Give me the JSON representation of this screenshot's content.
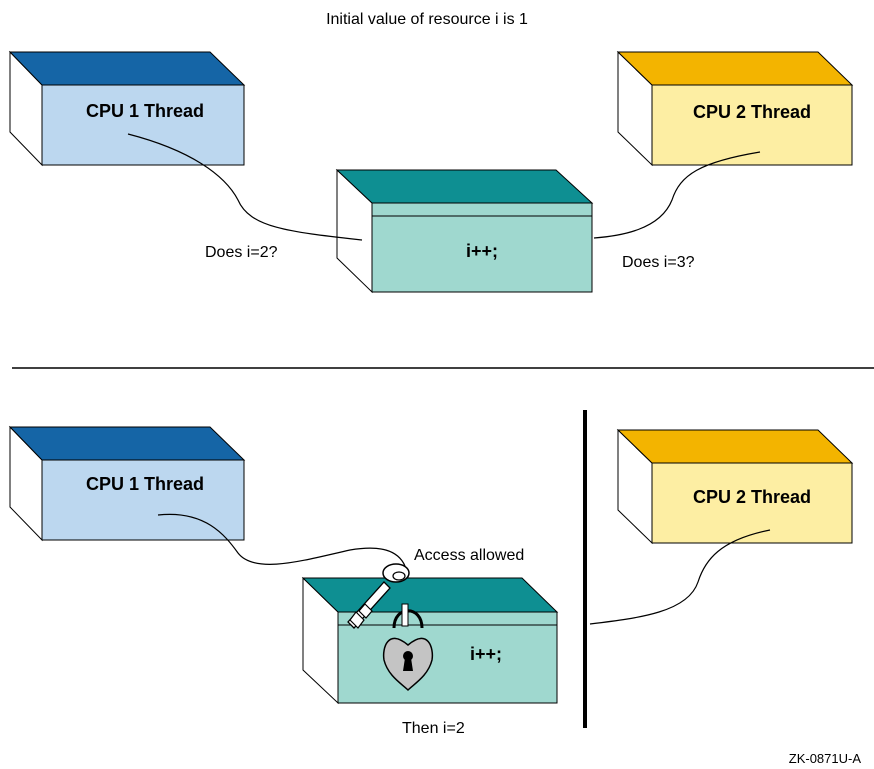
{
  "title": "Initial value of resource i is 1",
  "top_scenario": {
    "cpu1_label": "CPU 1 Thread",
    "cpu2_label": "CPU 2 Thread",
    "resource_label": "i++;",
    "cpu1_query": "Does i=2?",
    "cpu2_query": "Does i=3?"
  },
  "bottom_scenario": {
    "cpu1_label": "CPU 1 Thread",
    "cpu2_label": "CPU 2 Thread",
    "resource_label": "i++;",
    "access_label": "Access allowed",
    "result_label": "Then i=2"
  },
  "figure_id": "ZK-0871U-A",
  "colors": {
    "cpu1_top": "#1565a6",
    "cpu1_front": "#bcd7ef",
    "cpu2_top": "#f3b400",
    "cpu2_front": "#fdeea3",
    "resource_top": "#0e8f92",
    "resource_front": "#9fd8cf",
    "lock": "#c4c4c4"
  },
  "icons": [
    "key-icon",
    "padlock-icon"
  ]
}
